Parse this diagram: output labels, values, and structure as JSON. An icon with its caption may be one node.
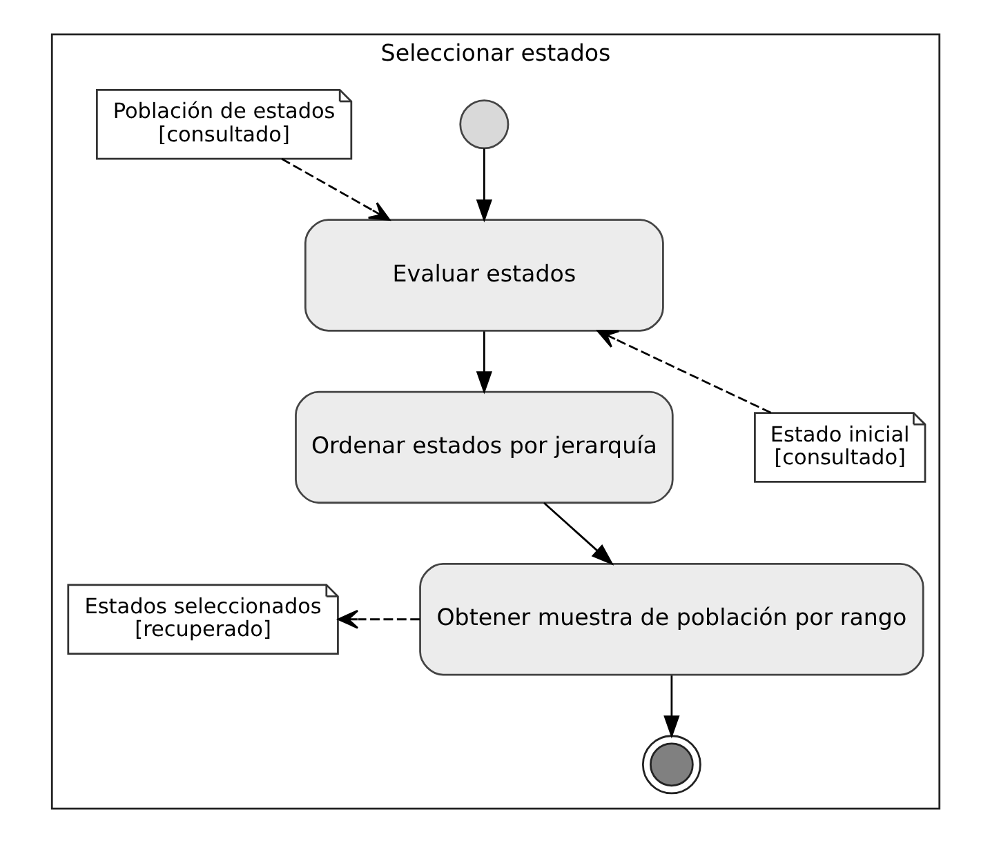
{
  "diagram": {
    "nodes": [
      {
        "text": [
          "Seleccionar estados"
        ]
      },
      {
        "text": [],
        "shape": "circle",
        "in": 0
      },
      {
        "text": [
          "Evaluar estados"
        ],
        "in": 0
      },
      {
        "text": [
          "Ordenar estados por jerarquía"
        ],
        "in": 0
      },
      {
        "text": [
          "Obtener muestra de población por rango"
        ],
        "in": 0
      },
      {
        "text": [],
        "shape": "circle",
        "in": 0
      },
      {
        "text": [
          "Población de estados",
          "[consultado]"
        ],
        "in": 0
      },
      {
        "text": [
          "Estado inicial",
          "[consultado]"
        ],
        "in": 0
      },
      {
        "text": [
          "Estados seleccionados",
          "[recuperado]"
        ],
        "in": 0
      }
    ],
    "edges": [
      {
        "from": 1,
        "to": 2,
        "arrow": "to"
      },
      {
        "from": 2,
        "to": 3,
        "arrow": "to"
      },
      {
        "from": 3,
        "to": 4,
        "arrow": "to"
      },
      {
        "from": 4,
        "to": 5,
        "arrow": "to"
      },
      {
        "from": 6,
        "to": 2,
        "arrow": "to",
        "style": "dashed"
      },
      {
        "from": 7,
        "to": 2,
        "arrow": "to",
        "style": "dashed"
      },
      {
        "from": 4,
        "to": 8,
        "arrow": "to",
        "style": "dashed"
      }
    ]
  }
}
